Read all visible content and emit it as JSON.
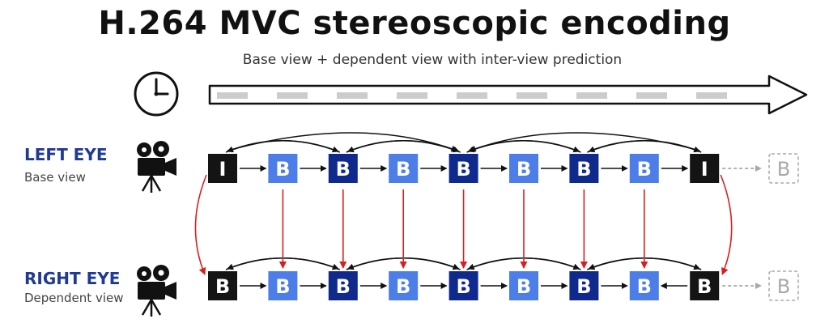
{
  "title": "H.264 MVC stereoscopic encoding",
  "subtitle": "Base view + dependent view with inter-view prediction",
  "left": {
    "eye": "LEFT EYE",
    "view": "Base view"
  },
  "right": {
    "eye": "RIGHT EYE",
    "view": "Dependent view"
  },
  "left_frames": [
    "I",
    "B",
    "B",
    "B",
    "B",
    "B",
    "B",
    "B",
    "I"
  ],
  "right_frames": [
    "B",
    "B",
    "B",
    "B",
    "B",
    "B",
    "B",
    "B",
    "B"
  ],
  "frame_kinds": [
    "black",
    "light",
    "dark",
    "light",
    "dark",
    "light",
    "dark",
    "light",
    "black"
  ],
  "future_frame": "B",
  "colors": {
    "black": "#141414",
    "dark": "#0f2a8c",
    "light": "#4d7ee8",
    "interview": "#d62020",
    "future": "#a8a8a8",
    "timeline_dash": "#cccccc"
  },
  "icons": {
    "clock": "clock-icon",
    "camera": "movie-camera-icon",
    "timeline": "time-arrow-icon"
  }
}
